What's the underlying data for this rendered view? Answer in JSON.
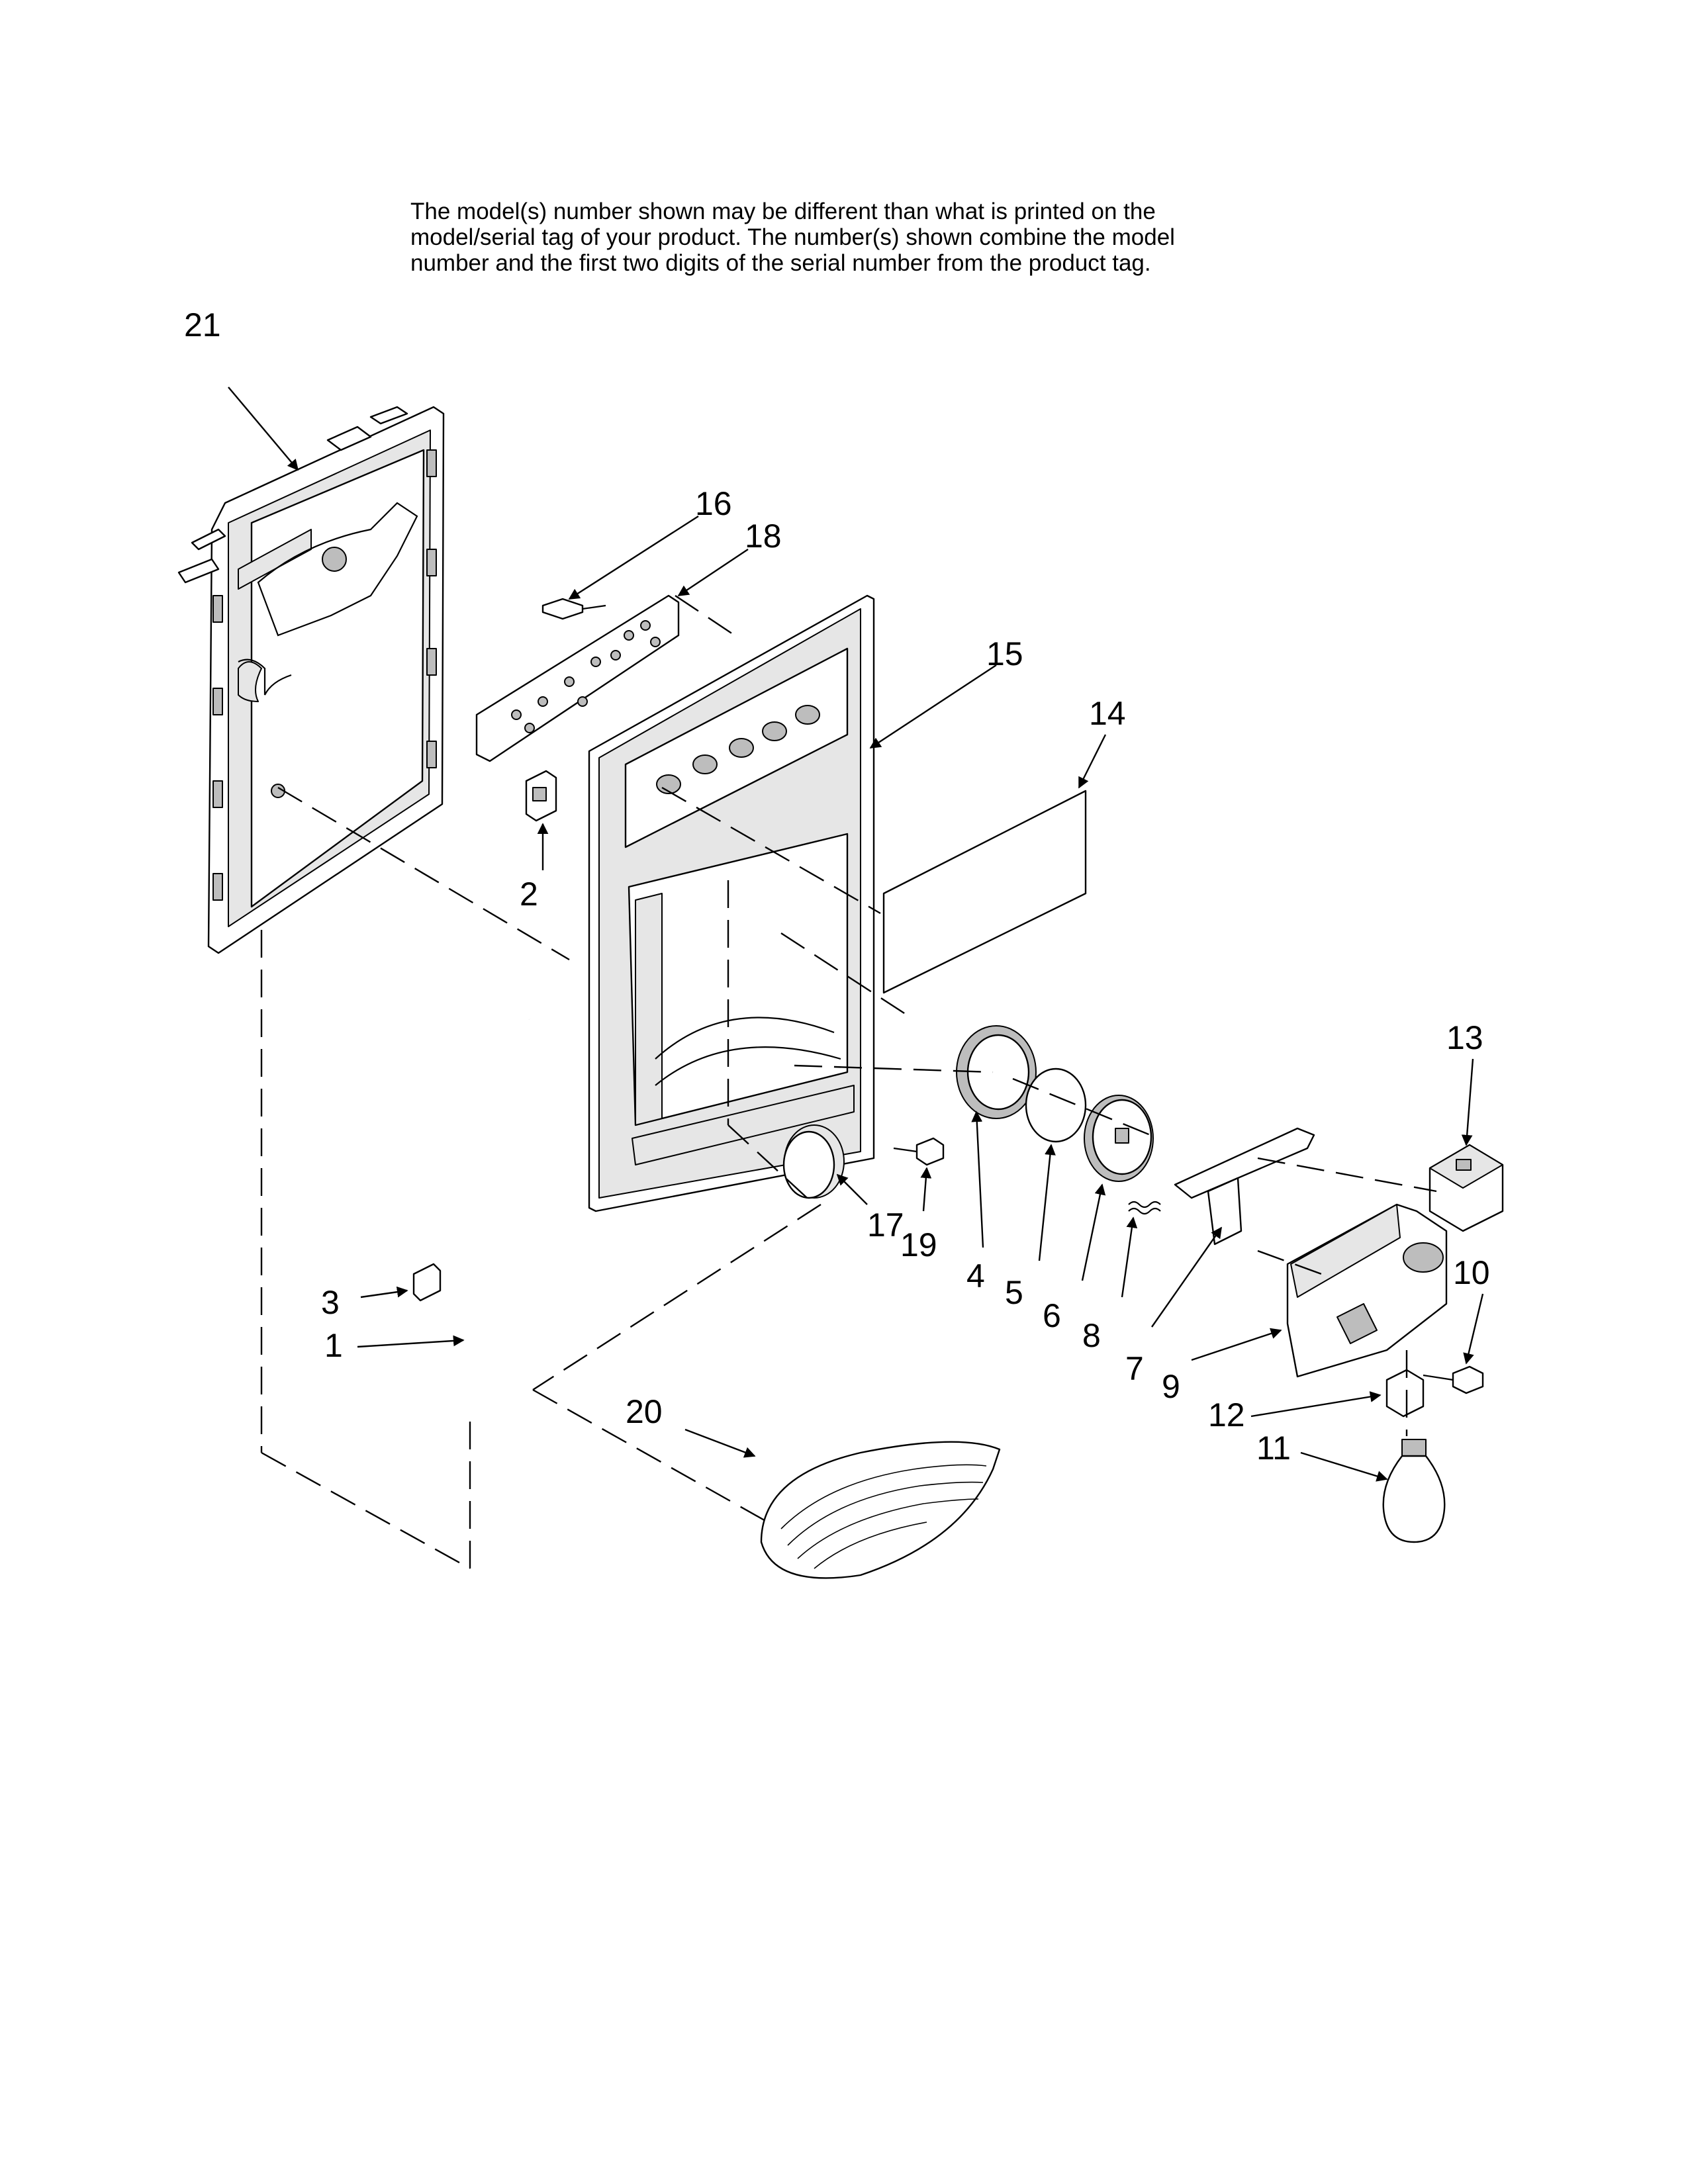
{
  "notice": {
    "text": "The model(s) number shown may be different than what is printed on the\nmodel/serial tag of your product. The number(s) shown combine the model\nnumber and the first two digits of the serial number from the product tag."
  },
  "callouts": [
    {
      "id": "c21",
      "label": "21"
    },
    {
      "id": "c16",
      "label": "16"
    },
    {
      "id": "c18",
      "label": "18"
    },
    {
      "id": "c15",
      "label": "15"
    },
    {
      "id": "c14",
      "label": "14"
    },
    {
      "id": "c2",
      "label": "2"
    },
    {
      "id": "c13",
      "label": "13"
    },
    {
      "id": "c17",
      "label": "17"
    },
    {
      "id": "c19",
      "label": "19"
    },
    {
      "id": "c4",
      "label": "4"
    },
    {
      "id": "c5",
      "label": "5"
    },
    {
      "id": "c6",
      "label": "6"
    },
    {
      "id": "c8",
      "label": "8"
    },
    {
      "id": "c7",
      "label": "7"
    },
    {
      "id": "c9",
      "label": "9"
    },
    {
      "id": "c10",
      "label": "10"
    },
    {
      "id": "c12",
      "label": "12"
    },
    {
      "id": "c11",
      "label": "11"
    },
    {
      "id": "c3",
      "label": "3"
    },
    {
      "id": "c1",
      "label": "1"
    },
    {
      "id": "c20",
      "label": "20"
    }
  ]
}
